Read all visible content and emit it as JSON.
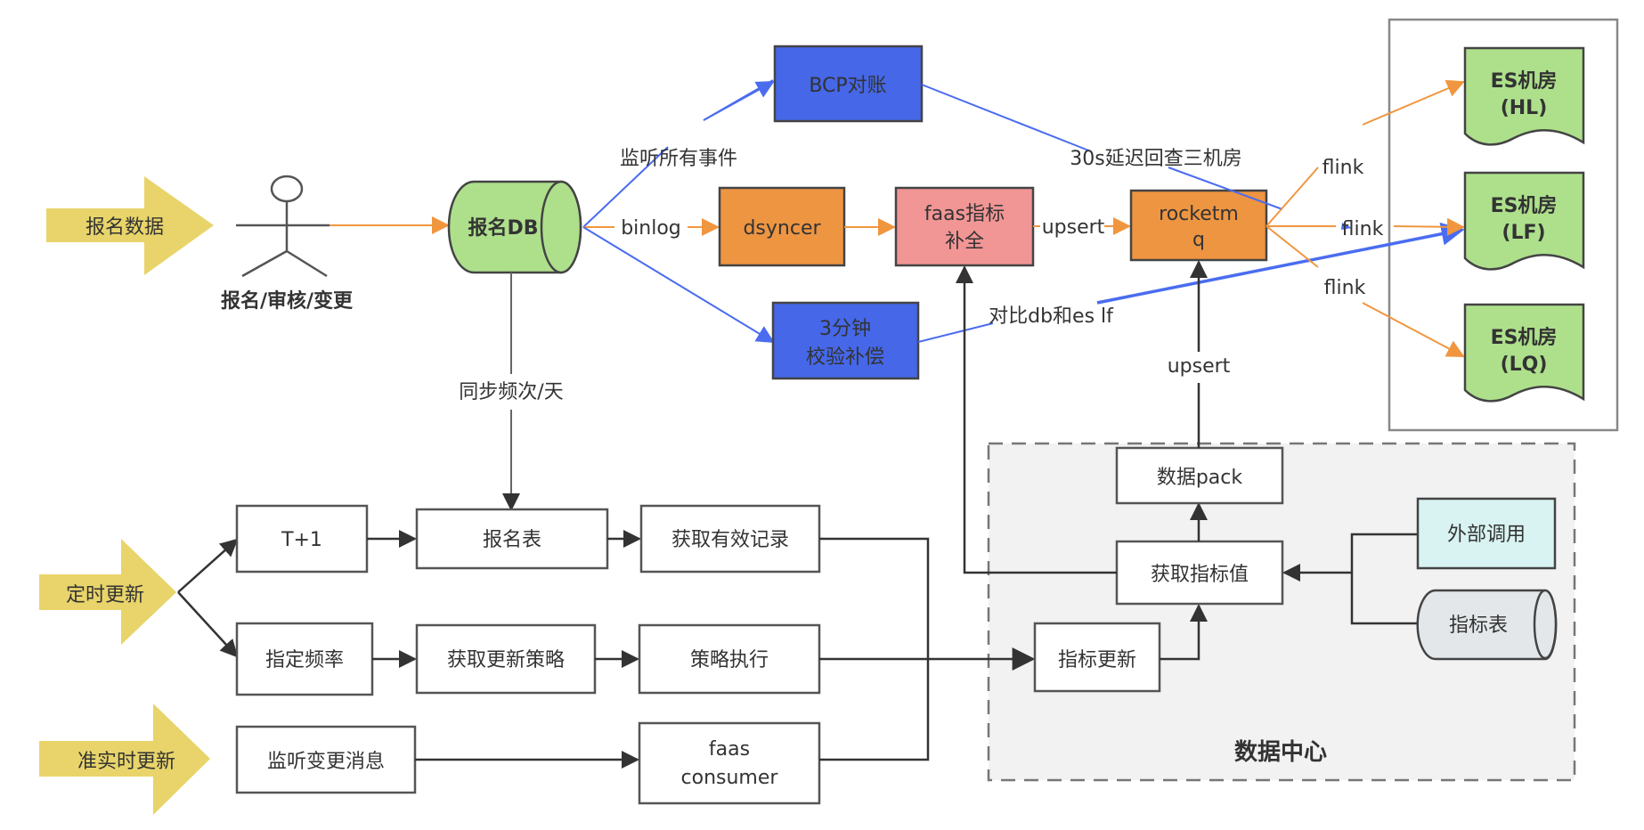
{
  "colors": {
    "yellow_arrow": "#e8d46a",
    "green_db": "#aee08c",
    "blue_node": "#4567e8",
    "orange_node": "#ee9542",
    "pink_node": "#f29595",
    "cyan_node": "#d8f3f2",
    "gray_cylinder": "#e3e7ea",
    "data_center_bg": "#f2f2f2",
    "orange_edge": "#f0963f",
    "blue_edge": "#4a6cf0",
    "dark_edge": "#333333"
  },
  "inputs": {
    "signup_data": "报名数据",
    "scheduled_update": "定时更新",
    "near_realtime_update": "准实时更新"
  },
  "actor": {
    "label": "报名/审核/变更"
  },
  "nodes": {
    "signup_db": "报名DB",
    "bcp_reconcile": "BCP对账",
    "dsyncer": "dsyncer",
    "faas_metric_fill_line1": "faas指标",
    "faas_metric_fill_line2": "补全",
    "rocketmq_line1": "rocketm",
    "rocketmq_line2": "q",
    "verify_line1": "3分钟",
    "verify_line2": "校验补偿",
    "t_plus_1": "T+1",
    "signup_table": "报名表",
    "get_valid_records": "获取有效记录",
    "set_frequency": "指定频率",
    "get_update_strategy": "获取更新策略",
    "execute_strategy": "策略执行",
    "listen_change_msg": "监听变更消息",
    "faas_consumer_line1": "faas",
    "faas_consumer_line2": "consumer",
    "metric_update": "指标更新",
    "get_metric_value": "获取指标值",
    "data_pack": "数据pack",
    "external_call": "外部调用",
    "metric_table": "指标表"
  },
  "es_cluster": {
    "items": [
      {
        "line1": "ES机房",
        "line2": "(HL)"
      },
      {
        "line1": "ES机房",
        "line2": "(LF)"
      },
      {
        "line1": "ES机房",
        "line2": "(LQ)"
      }
    ]
  },
  "data_center": {
    "title": "数据中心"
  },
  "edge_labels": {
    "listen_all_events": "监听所有事件",
    "binlog": "binlog",
    "upsert_to_mq": "upsert",
    "upsert_from_pack": "upsert",
    "delay_check": "30s延迟回查三机房",
    "compare_db_es": "对比db和es lf",
    "sync_frequency": "同步频次/天",
    "flink_hl": "flink",
    "flink_lf": "flink",
    "flink_lq": "flink"
  }
}
